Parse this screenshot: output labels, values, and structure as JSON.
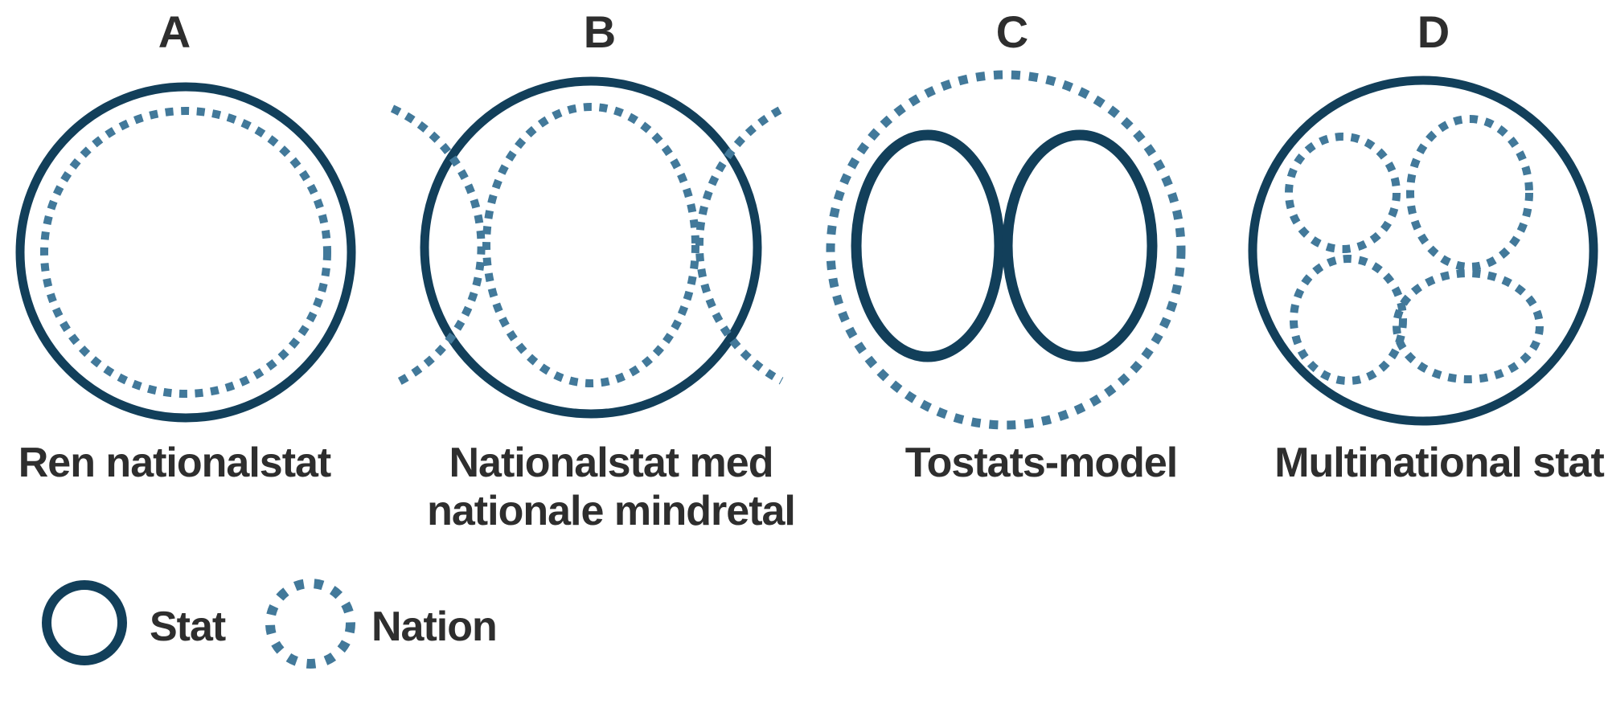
{
  "colors": {
    "stat_line": "#123f5a",
    "nation_line": "#42799a",
    "text": "#2e2e2e",
    "background": "#ffffff"
  },
  "panels": [
    {
      "letter": "A",
      "label_lines": [
        "Ren nationalstat"
      ],
      "model": "solid state circle with one dotted nation circle inside"
    },
    {
      "letter": "B",
      "label_lines": [
        "Nationalstat med",
        "nationale mindretal"
      ],
      "model": "solid state circle with dotted nation ellipse inside and two dotted nation arcs crossing the border"
    },
    {
      "letter": "C",
      "label_lines": [
        "Tostats-model"
      ],
      "model": "dotted nation circle containing two solid state ellipses"
    },
    {
      "letter": "D",
      "label_lines": [
        "Multinational stat"
      ],
      "model": "solid state circle containing four dotted nation ellipses"
    }
  ],
  "legend": {
    "items": [
      {
        "symbol": "solid-circle-icon",
        "label": "Stat"
      },
      {
        "symbol": "dotted-circle-icon",
        "label": "Nation"
      }
    ]
  }
}
